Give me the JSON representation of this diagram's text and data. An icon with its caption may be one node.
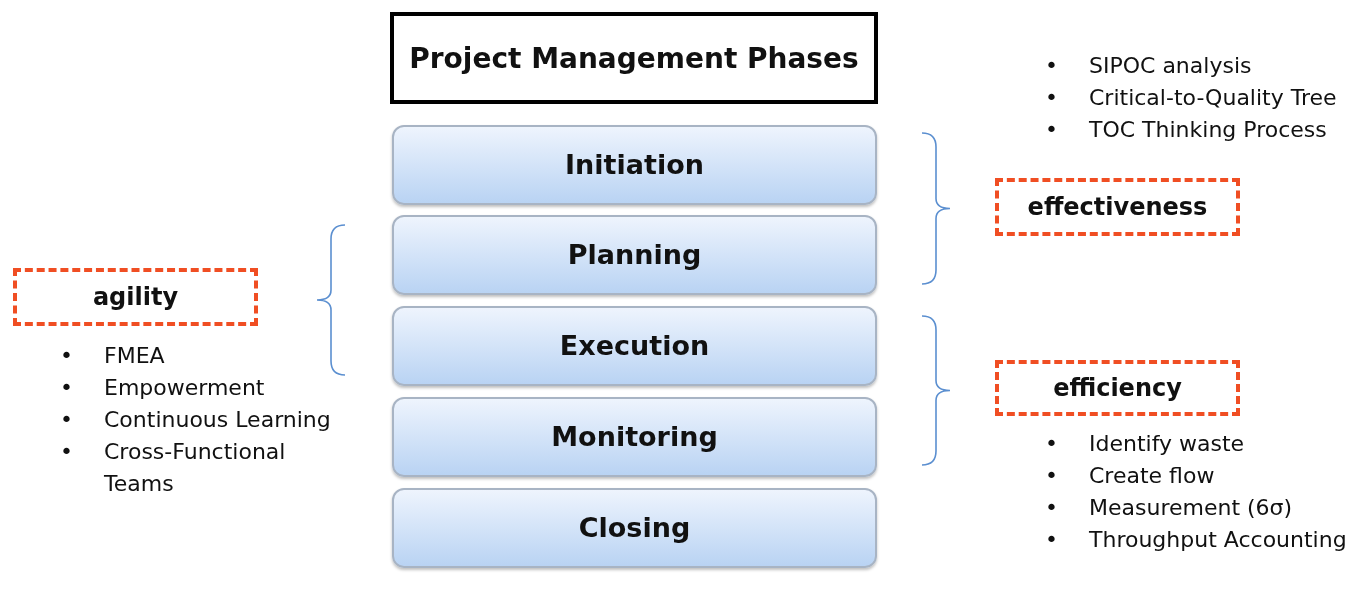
{
  "diagram": {
    "nodes": [
      {
        "text": [
          "Project Management Phases"
        ]
      },
      {
        "text": [
          "Initiation"
        ]
      },
      {
        "text": [
          "Planning"
        ]
      },
      {
        "text": [
          "Execution"
        ]
      },
      {
        "text": [
          "Monitoring"
        ]
      },
      {
        "text": [
          "Closing"
        ]
      },
      {
        "text": [
          "agility"
        ]
      },
      {
        "text": [
          "effectiveness"
        ]
      },
      {
        "text": [
          "efficiency"
        ]
      }
    ],
    "edges": [],
    "labels": [
      "•",
      "SIPOC analysis",
      "•",
      "Critical-to-Quality Tree",
      "•",
      "TOC Thinking Process",
      "•",
      "FMEA",
      "•",
      "Empowerment",
      "•",
      "Continuous Learning",
      "•",
      "Cross-Functional Teams",
      "•",
      "Identify waste",
      "•",
      "Create flow",
      "•",
      "Measurement (6σ)",
      "•",
      "Throughput Accounting"
    ]
  }
}
